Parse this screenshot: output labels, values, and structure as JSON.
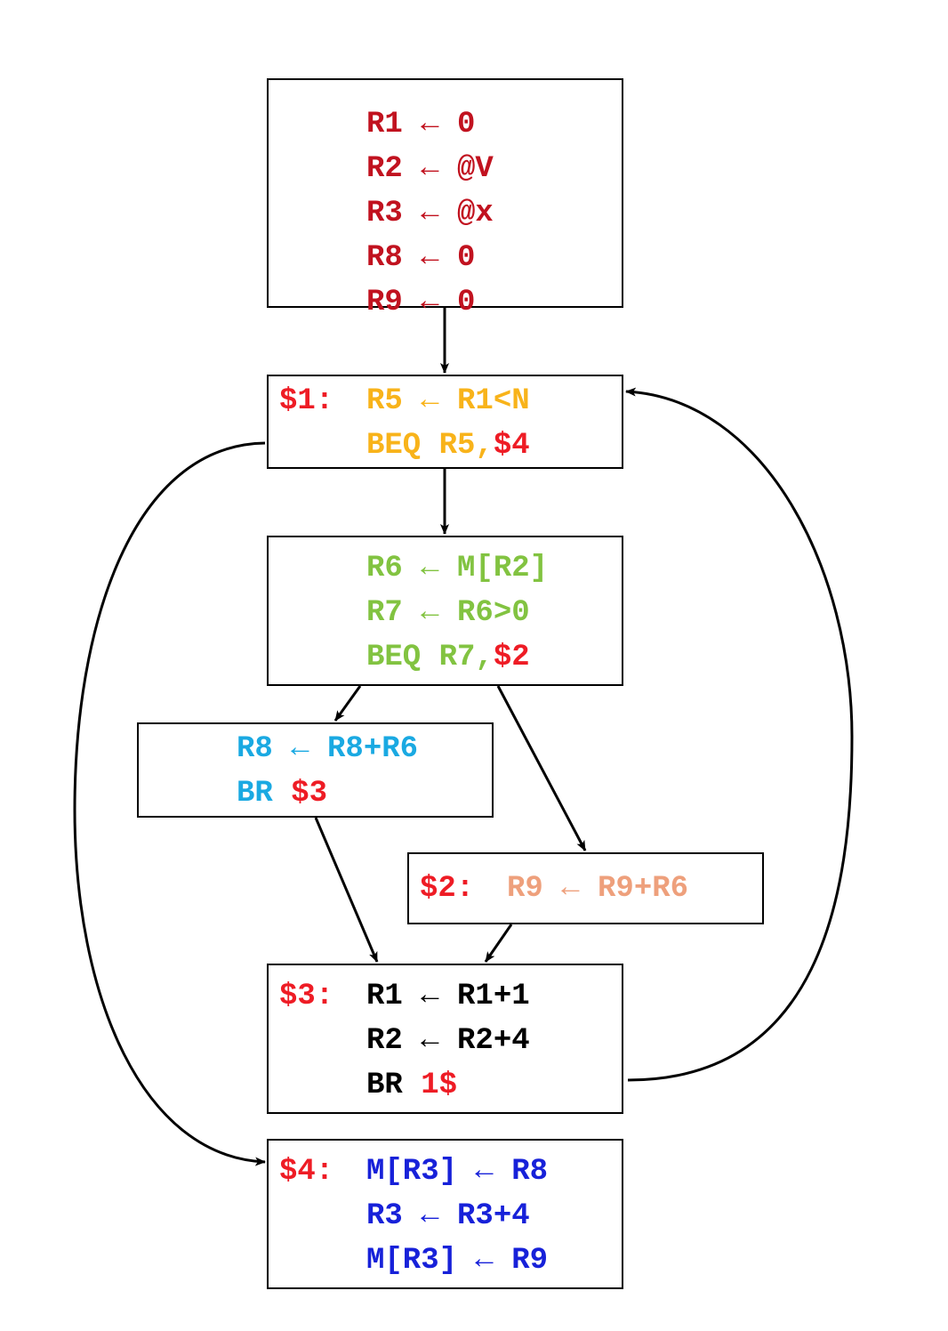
{
  "colors": {
    "label": "#ee1c25",
    "edge": "#000000",
    "block_entry": "#c1121f",
    "block_s1": "#f8b31a",
    "block_body": "#82c341",
    "block_then": "#1aa9e2",
    "block_s2": "#eea07c",
    "block_s3": "#000000",
    "block_s4": "#1721d9"
  },
  "blocks": [
    {
      "id": "entry",
      "label": "",
      "lines": [
        [
          {
            "t": "R1 ← 0"
          }
        ],
        [
          {
            "t": "R2 ← @V"
          }
        ],
        [
          {
            "t": "R3 ← @x"
          }
        ],
        [
          {
            "t": "R8 ← 0"
          }
        ],
        [
          {
            "t": "R9 ← 0"
          }
        ]
      ]
    },
    {
      "id": "s1",
      "label": "$1:",
      "lines": [
        [
          {
            "t": "R5 ← R1<N"
          }
        ],
        [
          {
            "t": "BEQ R5,"
          },
          {
            "t": "$4",
            "ref": true
          }
        ]
      ]
    },
    {
      "id": "body",
      "label": "",
      "lines": [
        [
          {
            "t": "R6 ← M[R2]"
          }
        ],
        [
          {
            "t": "R7 ← R6>0"
          }
        ],
        [
          {
            "t": "BEQ R7,"
          },
          {
            "t": "$2",
            "ref": true
          }
        ]
      ]
    },
    {
      "id": "then",
      "label": "",
      "lines": [
        [
          {
            "t": "R8 ← R8+R6"
          }
        ],
        [
          {
            "t": "BR "
          },
          {
            "t": "$3",
            "ref": true
          }
        ]
      ]
    },
    {
      "id": "s2",
      "label": "$2:",
      "lines": [
        [
          {
            "t": "R9 ← R9+R6"
          }
        ]
      ]
    },
    {
      "id": "s3",
      "label": "$3:",
      "lines": [
        [
          {
            "t": "R1 ← R1+1"
          }
        ],
        [
          {
            "t": "R2 ← R2+4"
          }
        ],
        [
          {
            "t": "BR "
          },
          {
            "t": "1$",
            "ref": true
          }
        ]
      ]
    },
    {
      "id": "s4",
      "label": "$4:",
      "lines": [
        [
          {
            "t": "M[R3] ← R8"
          }
        ],
        [
          {
            "t": "R3 ← R3+4"
          }
        ],
        [
          {
            "t": "M[R3] ← R9"
          }
        ]
      ]
    }
  ],
  "edges": [
    {
      "from": "entry",
      "to": "s1"
    },
    {
      "from": "s1",
      "to": "body"
    },
    {
      "from": "body",
      "to": "then"
    },
    {
      "from": "body",
      "to": "s2"
    },
    {
      "from": "then",
      "to": "s3"
    },
    {
      "from": "s2",
      "to": "s3"
    },
    {
      "from": "s3",
      "to": "s1"
    },
    {
      "from": "s1",
      "to": "s4"
    }
  ]
}
